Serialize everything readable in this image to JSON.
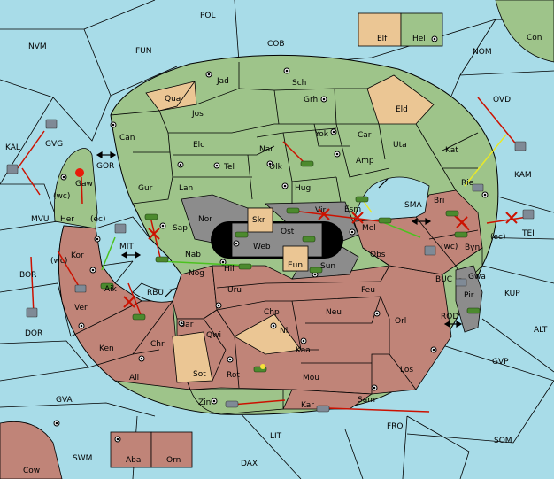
{
  "colors": {
    "sea": "#a8dce8",
    "green": "#9ec48a",
    "red": "#c08478",
    "tan": "#ebc694",
    "grey": "#8c8c8c",
    "black": "#000000",
    "order_red": "#cc1100",
    "order_green": "#4cc21f",
    "order_yellow": "#e8e82a"
  },
  "sea_labels": [
    "POL",
    "NVM",
    "FUN",
    "COB",
    "NOM",
    "Con",
    "OVD",
    "KAL",
    "GVG",
    "GOR",
    "(wc)",
    "MVU",
    "(ec)",
    "MIT",
    "BOR",
    "(wc)",
    "DOR",
    "RBU",
    "SMA",
    "KAM",
    "TEI",
    "(ec)",
    "(wc)",
    "BUC",
    "KUP",
    "ROD",
    "ALT",
    "GVP",
    "GVA",
    "FRO",
    "SOM",
    "LIT",
    "SWM",
    "DAX",
    "Cow"
  ],
  "province_labels": [
    "Elf",
    "Hel",
    "Jad",
    "Sch",
    "Qua",
    "Jos",
    "Grh",
    "Eld",
    "Can",
    "Elc",
    "Yok",
    "Car",
    "Uta",
    "Nar",
    "Amp",
    "Kat",
    "Tel",
    "Olk",
    "Gaw",
    "Gur",
    "Lan",
    "Hug",
    "Rie",
    "Her",
    "Nor",
    "Skr",
    "Vir",
    "Esm",
    "Bri",
    "Sap",
    "Ost",
    "Mel",
    "Kor",
    "Nab",
    "Web",
    "Obs",
    "Byn",
    "Aik",
    "Eun",
    "Sun",
    "Nog",
    "Hil",
    "Gwa",
    "Uru",
    "Feu",
    "Pir",
    "Chp",
    "Neu",
    "Ver",
    "Bar",
    "Qwi",
    "Orl",
    "Nil",
    "Ken",
    "Chr",
    "Kaa",
    "Sot",
    "Rot",
    "Los",
    "Ail",
    "Mou",
    "Zin",
    "Kar",
    "Sam",
    "Aba",
    "Orn"
  ]
}
